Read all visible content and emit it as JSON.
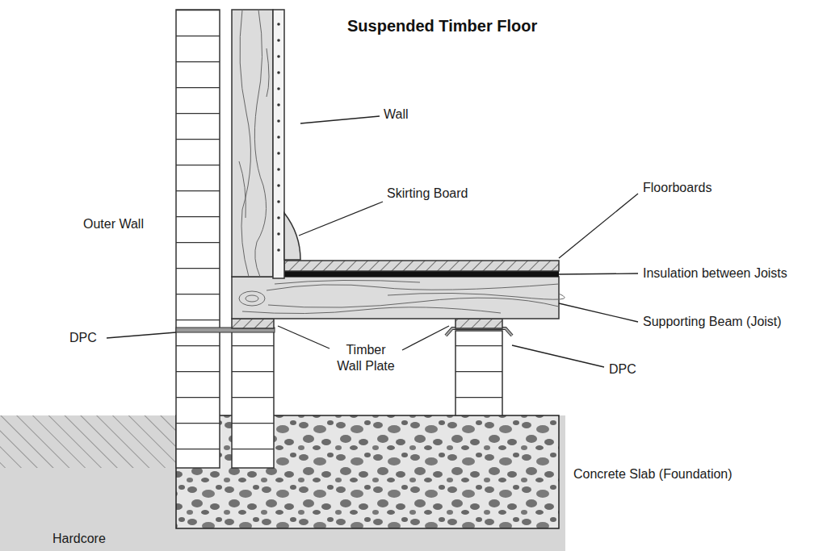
{
  "diagram": {
    "title": "Suspended Timber Floor",
    "labels": [
      "Wall",
      "Skirting Board",
      "Floorboards",
      "Outer Wall",
      "Insulation between Joists",
      "Supporting Beam (Joist)",
      "DPC",
      "Timber Wall Plate",
      "DPC",
      "Concrete Slab (Foundation)",
      "Hardcore"
    ]
  }
}
